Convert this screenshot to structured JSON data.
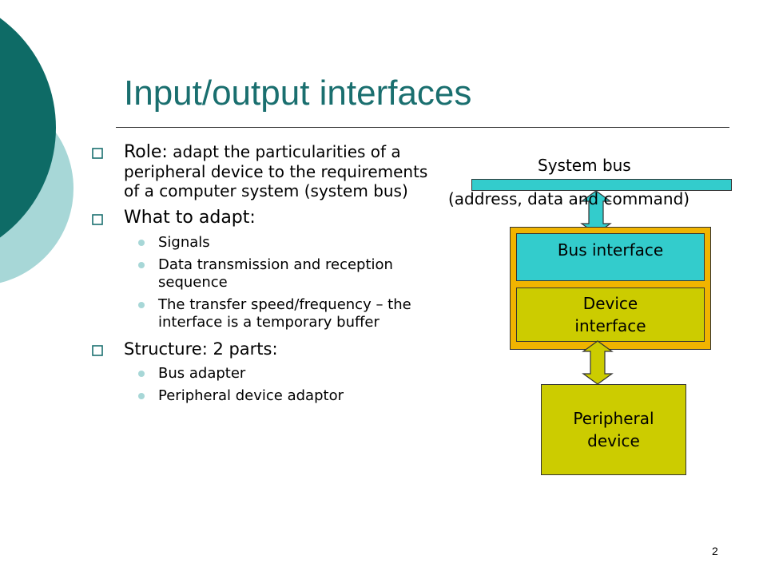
{
  "slide": {
    "title": "Input/output interfaces",
    "page_number": "2"
  },
  "bullets": [
    {
      "head": "Role:",
      "body": " adapt the particularities of a peripheral device to the requirements of a computer system (system bus)"
    },
    {
      "head": "What to adapt:",
      "subs": [
        "Signals",
        "Data transmission and reception sequence",
        "The transfer speed/frequency – the interface is a temporary buffer"
      ]
    },
    {
      "head": "Structure: 2 parts:",
      "subs": [
        "Bus adapter",
        "Peripheral device adaptor"
      ]
    }
  ],
  "diagram": {
    "system_bus_label": "System bus",
    "system_bus_sub": "(address, data and command)",
    "bus_interface": "Bus interface",
    "device_interface_l1": "Device",
    "device_interface_l2": "interface",
    "peripheral_l1": "Peripheral",
    "peripheral_l2": "device",
    "colors": {
      "cyan": "#33cccc",
      "olive": "#cccc00",
      "orange": "#f0b400",
      "teal_dark": "#0e6b66",
      "teal_light": "#a7d7d7",
      "title": "#1a6f6f"
    }
  }
}
